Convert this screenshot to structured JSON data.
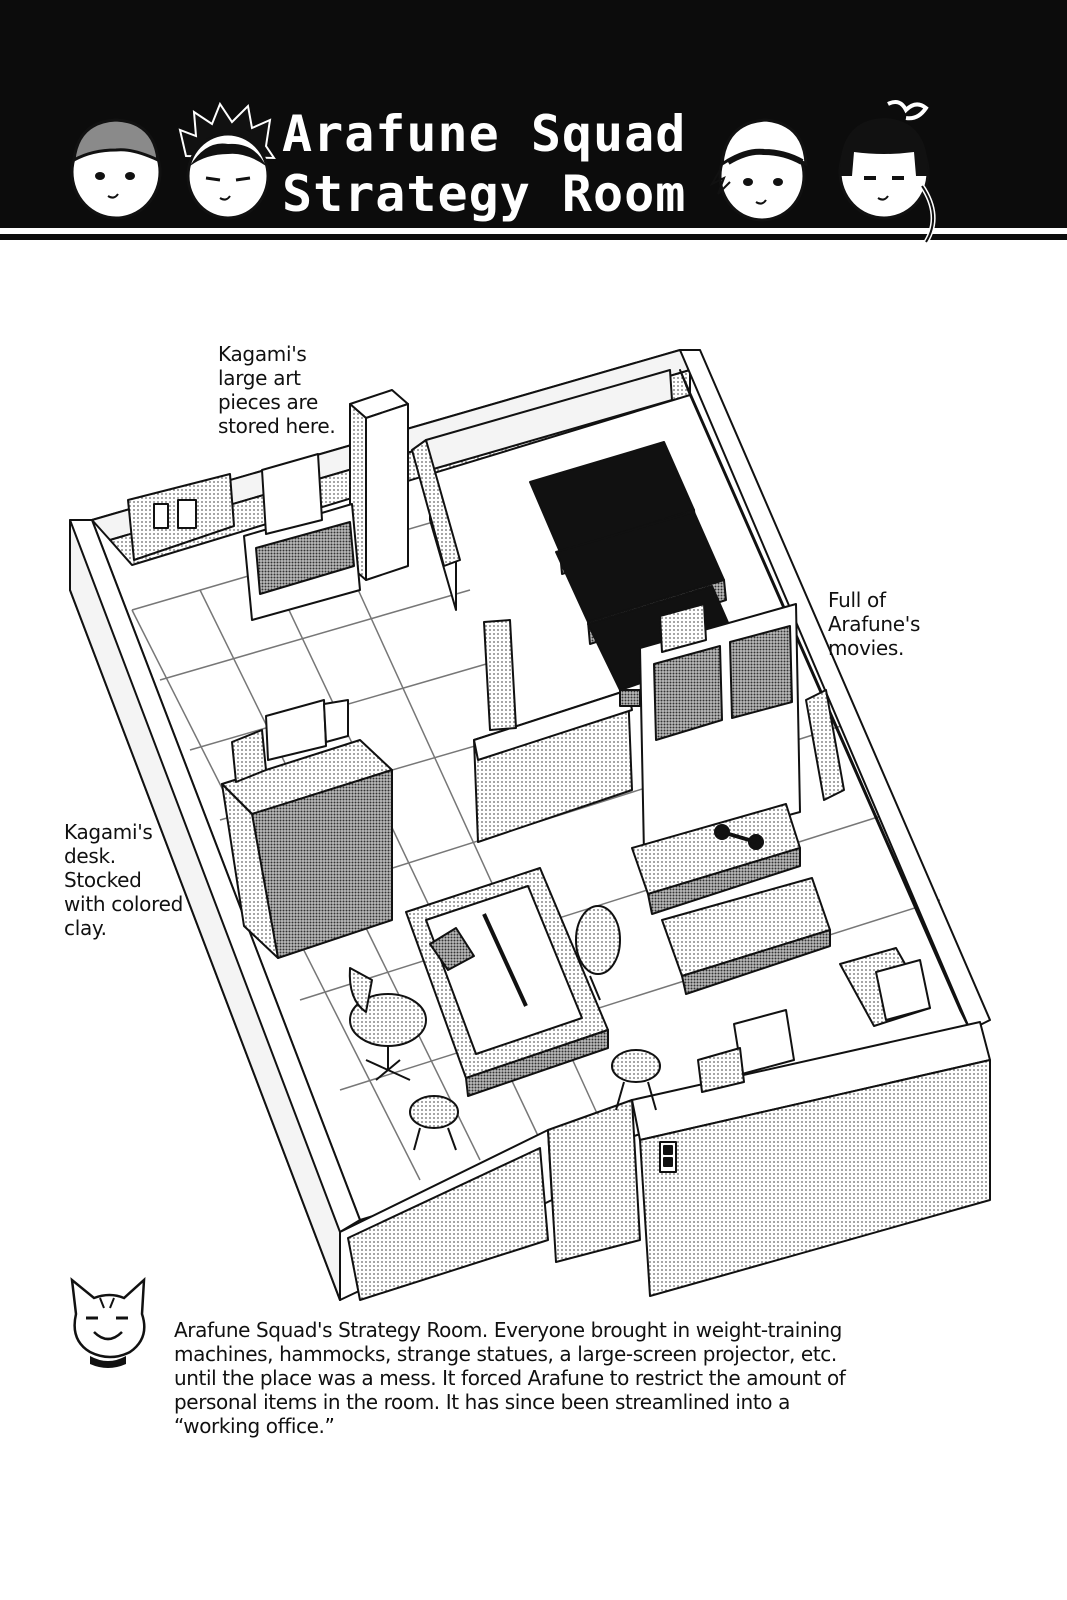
{
  "page": {
    "title_line1": "Arafune Squad",
    "title_line2": "Strategy Room"
  },
  "notes": {
    "art_storage": "Kagami's\nlarge art\npieces are\nstored here.",
    "movies": "Full of\nArafune's\nmovies.",
    "desk": "Kagami's\ndesk.\nStocked\nwith colored\nclay."
  },
  "caption": "Arafune Squad's Strategy Room. Everyone brought in weight-training machines, hammocks, strange statues, a large-screen projector, etc. until the place was a mess. It forced Arafune to restrict the amount of personal items in the room. It has since been streamlined into a “working office.”",
  "colors": {
    "header_bg": "#0c0c0c",
    "title_text": "#ffffff",
    "screentone": "#9a9a9a",
    "ink": "#111111"
  }
}
